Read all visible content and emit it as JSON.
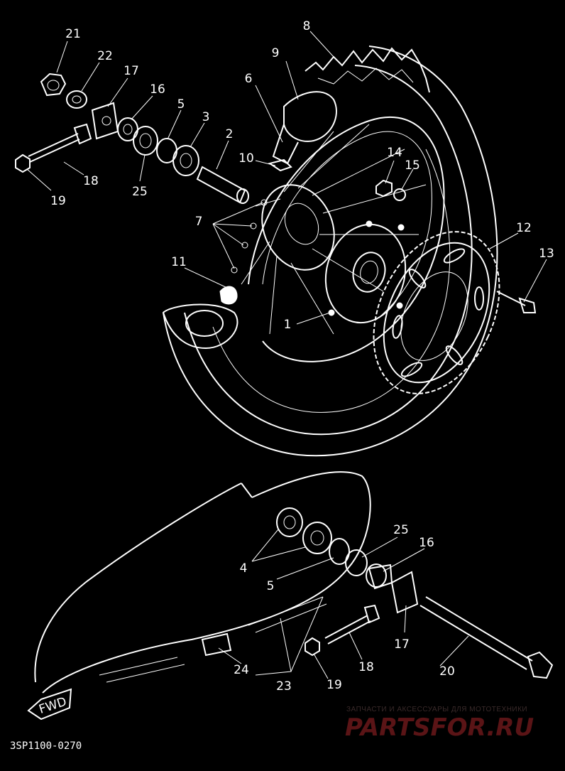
{
  "diagram": {
    "callouts": [
      {
        "id": "1",
        "text": "1"
      },
      {
        "id": "2",
        "text": "2"
      },
      {
        "id": "3",
        "text": "3"
      },
      {
        "id": "4",
        "text": "4"
      },
      {
        "id": "5a",
        "text": "5"
      },
      {
        "id": "5b",
        "text": "5"
      },
      {
        "id": "6",
        "text": "6"
      },
      {
        "id": "7",
        "text": "7"
      },
      {
        "id": "8",
        "text": "8"
      },
      {
        "id": "9",
        "text": "9"
      },
      {
        "id": "10",
        "text": "10"
      },
      {
        "id": "11",
        "text": "11"
      },
      {
        "id": "12",
        "text": "12"
      },
      {
        "id": "13",
        "text": "13"
      },
      {
        "id": "14",
        "text": "14"
      },
      {
        "id": "15",
        "text": "15"
      },
      {
        "id": "16a",
        "text": "16"
      },
      {
        "id": "16b",
        "text": "16"
      },
      {
        "id": "17a",
        "text": "17"
      },
      {
        "id": "17b",
        "text": "17"
      },
      {
        "id": "18a",
        "text": "18"
      },
      {
        "id": "18b",
        "text": "18"
      },
      {
        "id": "19a",
        "text": "19"
      },
      {
        "id": "19b",
        "text": "19"
      },
      {
        "id": "20",
        "text": "20"
      },
      {
        "id": "21",
        "text": "21"
      },
      {
        "id": "22",
        "text": "22"
      },
      {
        "id": "23",
        "text": "23"
      },
      {
        "id": "24",
        "text": "24"
      },
      {
        "id": "25a",
        "text": "25"
      },
      {
        "id": "25b",
        "text": "25"
      }
    ],
    "fwd_label": "FWD",
    "code": "3SP1100-0270"
  },
  "watermark": {
    "subtitle": "ЗАПЧАСТИ И АКСЕССУАРЫ ДЛЯ МОТОТЕХНИКИ",
    "logo_text": "PARTSFOR.RU",
    "color": "#5a1416"
  },
  "colors": {
    "background": "#000000",
    "ink": "#ffffff"
  }
}
